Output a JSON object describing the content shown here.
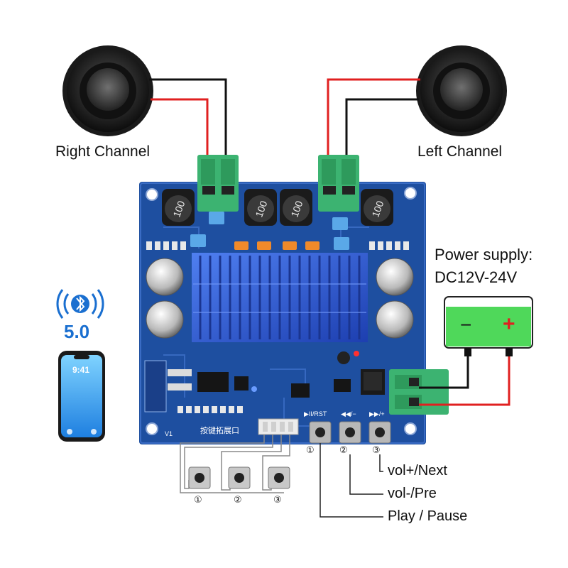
{
  "labels": {
    "right_channel": "Right Channel",
    "left_channel": "Left Channel",
    "power_title": "Power supply:",
    "power_voltage": "DC12V-24V",
    "bluetooth_version": "5.0",
    "phone_time": "9:41",
    "vol_up_next": "vol+/Next",
    "vol_down_pre": "vol-/Pre",
    "play_pause": "Play / Pause"
  },
  "board": {
    "inductor_marking": "100",
    "key_header_label": "按键拓展口",
    "button_labels": [
      "▶II/RST",
      "◀◀/−",
      "▶▶/+"
    ],
    "version_mark": "V1"
  },
  "battery": {
    "minus": "−",
    "plus": "+"
  },
  "button_numbers": [
    "①",
    "②",
    "③"
  ],
  "colors": {
    "pcb": "#1e4fa0",
    "heatsink": "#2f60d8",
    "terminal": "#3cb371",
    "battery": "#4fd85a",
    "wire_red": "#e02020",
    "wire_black": "#111111",
    "wire_gray": "#8a8a8a",
    "bluetooth": "#1a6fd0"
  }
}
